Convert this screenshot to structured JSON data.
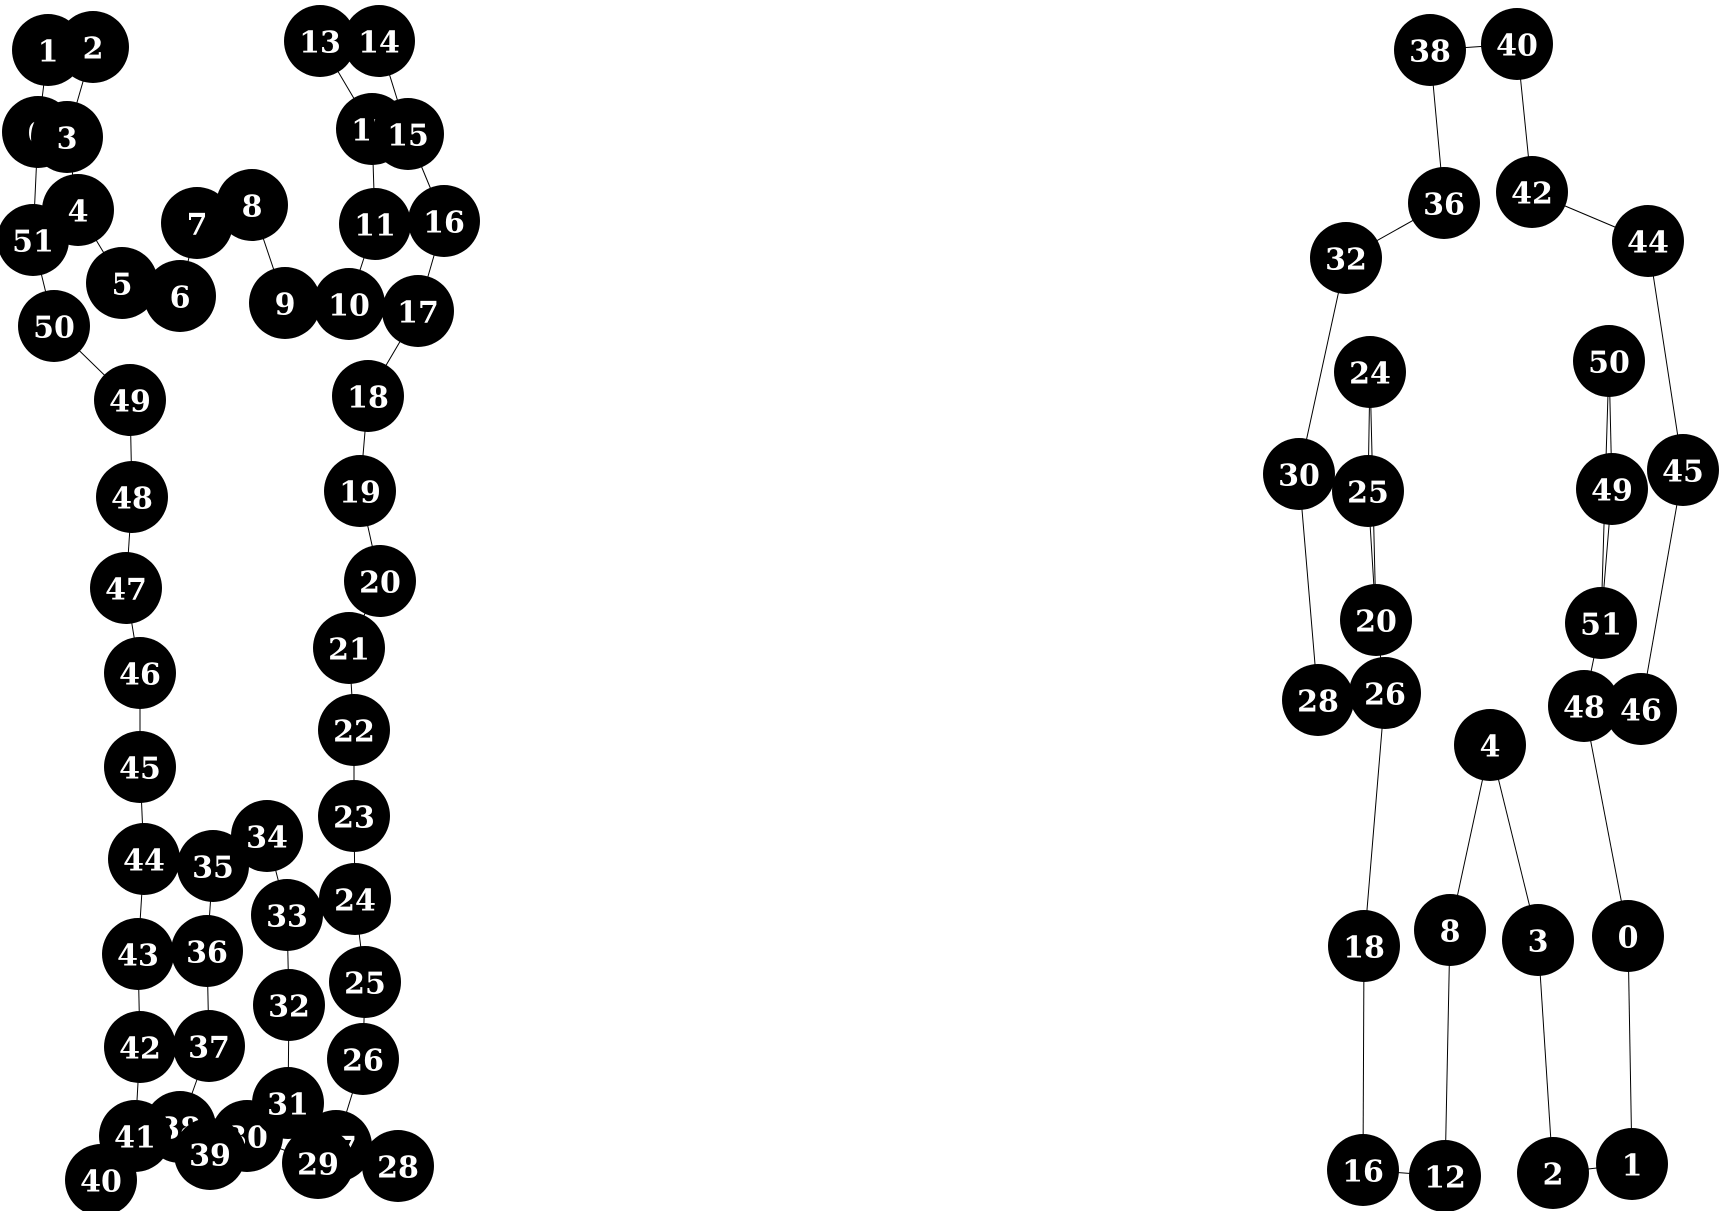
{
  "colors": {
    "background": "#ffffff",
    "node": "#000000",
    "label": "#ffffff",
    "edge": "#000000"
  },
  "graphs": [
    {
      "id": "left",
      "nodes": [
        {
          "id": "0",
          "label": "0"
        },
        {
          "id": "1",
          "label": "1"
        },
        {
          "id": "2",
          "label": "2"
        },
        {
          "id": "3",
          "label": "3"
        },
        {
          "id": "4",
          "label": "4"
        },
        {
          "id": "5",
          "label": "5"
        },
        {
          "id": "6",
          "label": "6"
        },
        {
          "id": "7",
          "label": "7"
        },
        {
          "id": "8",
          "label": "8"
        },
        {
          "id": "9",
          "label": "9"
        },
        {
          "id": "10",
          "label": "10"
        },
        {
          "id": "11",
          "label": "11"
        },
        {
          "id": "12",
          "label": "12"
        },
        {
          "id": "13",
          "label": "13"
        },
        {
          "id": "14",
          "label": "14"
        },
        {
          "id": "15",
          "label": "15"
        },
        {
          "id": "16",
          "label": "16"
        },
        {
          "id": "17",
          "label": "17"
        },
        {
          "id": "18",
          "label": "18"
        },
        {
          "id": "19",
          "label": "19"
        },
        {
          "id": "20",
          "label": "20"
        },
        {
          "id": "21",
          "label": "21"
        },
        {
          "id": "22",
          "label": "22"
        },
        {
          "id": "23",
          "label": "23"
        },
        {
          "id": "24",
          "label": "24"
        },
        {
          "id": "25",
          "label": "25"
        },
        {
          "id": "26",
          "label": "26"
        },
        {
          "id": "27",
          "label": "27"
        },
        {
          "id": "28",
          "label": "28"
        },
        {
          "id": "29",
          "label": "29"
        },
        {
          "id": "30",
          "label": "30"
        },
        {
          "id": "31",
          "label": "31"
        },
        {
          "id": "32",
          "label": "32"
        },
        {
          "id": "33",
          "label": "33"
        },
        {
          "id": "34",
          "label": "34"
        },
        {
          "id": "35",
          "label": "35"
        },
        {
          "id": "36",
          "label": "36"
        },
        {
          "id": "37",
          "label": "37"
        },
        {
          "id": "38",
          "label": "38"
        },
        {
          "id": "39",
          "label": "39"
        },
        {
          "id": "40",
          "label": "40"
        },
        {
          "id": "41",
          "label": "41"
        },
        {
          "id": "42",
          "label": "42"
        },
        {
          "id": "43",
          "label": "43"
        },
        {
          "id": "44",
          "label": "44"
        },
        {
          "id": "45",
          "label": "45"
        },
        {
          "id": "46",
          "label": "46"
        },
        {
          "id": "47",
          "label": "47"
        },
        {
          "id": "48",
          "label": "48"
        },
        {
          "id": "49",
          "label": "49"
        },
        {
          "id": "50",
          "label": "50"
        },
        {
          "id": "51",
          "label": "51"
        }
      ],
      "edges": [
        [
          "1",
          "0"
        ],
        [
          "2",
          "3"
        ],
        [
          "0",
          "51"
        ],
        [
          "3",
          "4"
        ],
        [
          "4",
          "5"
        ],
        [
          "5",
          "6"
        ],
        [
          "6",
          "7"
        ],
        [
          "7",
          "8"
        ],
        [
          "8",
          "9"
        ],
        [
          "9",
          "10"
        ],
        [
          "10",
          "11"
        ],
        [
          "11",
          "12"
        ],
        [
          "12",
          "13"
        ],
        [
          "13",
          "14"
        ],
        [
          "14",
          "15"
        ],
        [
          "15",
          "16"
        ],
        [
          "16",
          "17"
        ],
        [
          "17",
          "18"
        ],
        [
          "18",
          "19"
        ],
        [
          "19",
          "20"
        ],
        [
          "20",
          "21"
        ],
        [
          "21",
          "22"
        ],
        [
          "22",
          "23"
        ],
        [
          "23",
          "24"
        ],
        [
          "24",
          "25"
        ],
        [
          "25",
          "26"
        ],
        [
          "26",
          "27"
        ],
        [
          "27",
          "28"
        ],
        [
          "29",
          "30"
        ],
        [
          "30",
          "31"
        ],
        [
          "31",
          "32"
        ],
        [
          "32",
          "33"
        ],
        [
          "33",
          "34"
        ],
        [
          "34",
          "35"
        ],
        [
          "35",
          "36"
        ],
        [
          "36",
          "37"
        ],
        [
          "37",
          "38"
        ],
        [
          "38",
          "39"
        ],
        [
          "40",
          "41"
        ],
        [
          "41",
          "42"
        ],
        [
          "42",
          "43"
        ],
        [
          "43",
          "44"
        ],
        [
          "44",
          "45"
        ],
        [
          "45",
          "46"
        ],
        [
          "46",
          "47"
        ],
        [
          "47",
          "48"
        ],
        [
          "48",
          "49"
        ],
        [
          "49",
          "50"
        ],
        [
          "50",
          "51"
        ]
      ]
    },
    {
      "id": "right",
      "nodes": [
        {
          "id": "0",
          "label": "0"
        },
        {
          "id": "1",
          "label": "1"
        },
        {
          "id": "2",
          "label": "2"
        },
        {
          "id": "3",
          "label": "3"
        },
        {
          "id": "4",
          "label": "4"
        },
        {
          "id": "8",
          "label": "8"
        },
        {
          "id": "12",
          "label": "12"
        },
        {
          "id": "16",
          "label": "16"
        },
        {
          "id": "18",
          "label": "18"
        },
        {
          "id": "20",
          "label": "20"
        },
        {
          "id": "24",
          "label": "24"
        },
        {
          "id": "25",
          "label": "25"
        },
        {
          "id": "26",
          "label": "26"
        },
        {
          "id": "28",
          "label": "28"
        },
        {
          "id": "30",
          "label": "30"
        },
        {
          "id": "32",
          "label": "32"
        },
        {
          "id": "36",
          "label": "36"
        },
        {
          "id": "38",
          "label": "38"
        },
        {
          "id": "40",
          "label": "40"
        },
        {
          "id": "42",
          "label": "42"
        },
        {
          "id": "44",
          "label": "44"
        },
        {
          "id": "45",
          "label": "45"
        },
        {
          "id": "46",
          "label": "46"
        },
        {
          "id": "48",
          "label": "48"
        },
        {
          "id": "49",
          "label": "49"
        },
        {
          "id": "50",
          "label": "50"
        },
        {
          "id": "51",
          "label": "51"
        }
      ],
      "edges": [
        [
          "38",
          "40"
        ],
        [
          "38",
          "36"
        ],
        [
          "36",
          "32"
        ],
        [
          "32",
          "30"
        ],
        [
          "30",
          "28"
        ],
        [
          "40",
          "42"
        ],
        [
          "42",
          "44"
        ],
        [
          "44",
          "45"
        ],
        [
          "45",
          "46"
        ],
        [
          "24",
          "25"
        ],
        [
          "24",
          "20"
        ],
        [
          "25",
          "20"
        ],
        [
          "20",
          "26"
        ],
        [
          "26",
          "18"
        ],
        [
          "18",
          "16"
        ],
        [
          "16",
          "12"
        ],
        [
          "12",
          "8"
        ],
        [
          "8",
          "4"
        ],
        [
          "4",
          "3"
        ],
        [
          "3",
          "2"
        ],
        [
          "2",
          "1"
        ],
        [
          "1",
          "0"
        ],
        [
          "0",
          "48"
        ],
        [
          "48",
          "51"
        ],
        [
          "51",
          "49"
        ],
        [
          "51",
          "50"
        ],
        [
          "49",
          "50"
        ]
      ]
    }
  ]
}
